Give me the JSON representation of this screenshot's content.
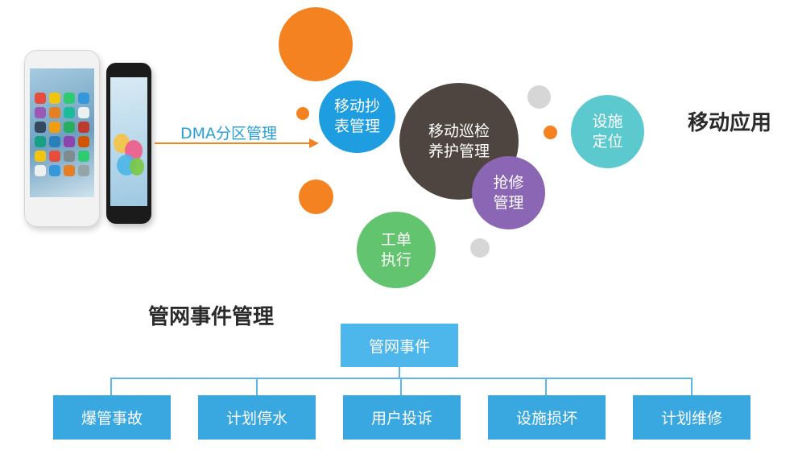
{
  "arrow_label": "DMA分区管理",
  "section_mobile": {
    "title": "移动应用",
    "circles": [
      {
        "id": "meter-reading",
        "label": "移动抄\n表管理",
        "color": "#1e9de0"
      },
      {
        "id": "inspection",
        "label": "移动巡检\n养护管理",
        "color": "#4e4540"
      },
      {
        "id": "repair",
        "label": "抢修\n管理",
        "color": "#8a66b5"
      },
      {
        "id": "facility-location",
        "label": "设施\n定位",
        "color": "#5cc9cf"
      },
      {
        "id": "work-order",
        "label": "工单\n执行",
        "color": "#62c46e"
      }
    ]
  },
  "section_events": {
    "title": "管网事件管理",
    "root": "管网事件",
    "children": [
      "爆管事故",
      "计划停水",
      "用户投诉",
      "设施损坏",
      "计划维修"
    ]
  },
  "colors": {
    "orange": "#f58220",
    "gray": "#d6d6d6",
    "box_blue": "#3aa8e0",
    "root_blue": "#4db6ea"
  }
}
